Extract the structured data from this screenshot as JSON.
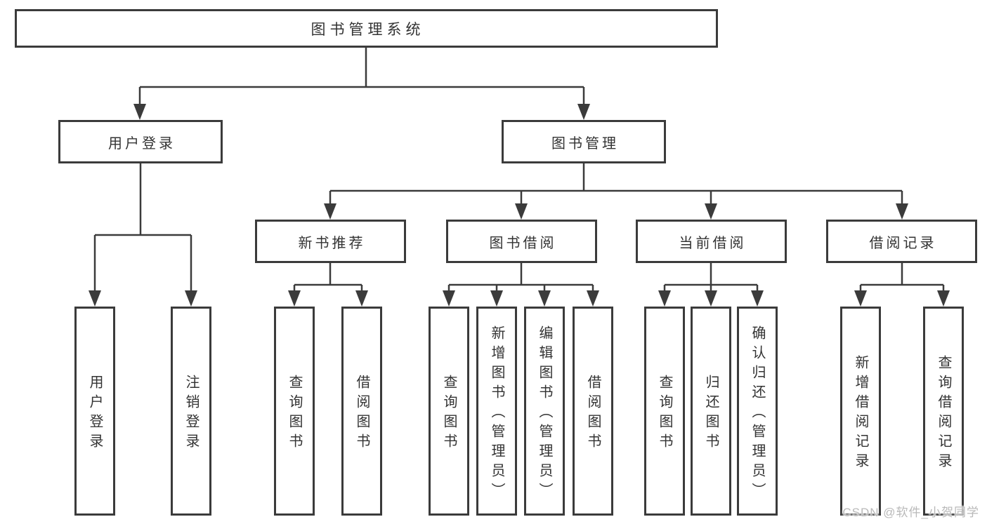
{
  "colors": {
    "line": "#3b3b3b",
    "text": "#333333",
    "watermark": "#b9b9b9",
    "background": "#ffffff"
  },
  "diagram": {
    "root": {
      "label": "图书管理系统"
    },
    "user_branch": {
      "label": "用户登录",
      "children": [
        "用户登录",
        "注销登录"
      ]
    },
    "book_branch": {
      "label": "图书管理",
      "sections": [
        {
          "label": "新书推荐",
          "children": [
            "查询图书",
            "借阅图书"
          ]
        },
        {
          "label": "图书借阅",
          "children": [
            "查询图书",
            "新增图书（管理员）",
            "编辑图书（管理员）",
            "借阅图书"
          ]
        },
        {
          "label": "当前借阅",
          "children": [
            "查询图书",
            "归还图书",
            "确认归还（管理员）"
          ]
        },
        {
          "label": "借阅记录",
          "children": [
            "新增借阅记录",
            "查询借阅记录"
          ]
        }
      ]
    }
  },
  "watermark": {
    "text": "CSDN @软件_小贺同学"
  }
}
